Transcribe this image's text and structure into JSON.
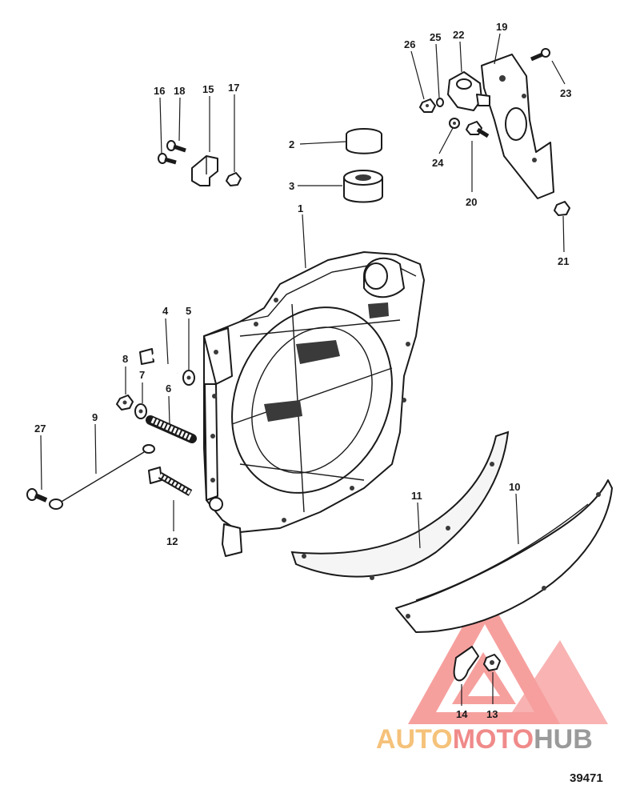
{
  "callouts": [
    {
      "id": "1",
      "label": "1"
    },
    {
      "id": "2",
      "label": "2"
    },
    {
      "id": "3",
      "label": "3"
    },
    {
      "id": "4",
      "label": "4"
    },
    {
      "id": "5",
      "label": "5"
    },
    {
      "id": "6",
      "label": "6"
    },
    {
      "id": "7",
      "label": "7"
    },
    {
      "id": "8",
      "label": "8"
    },
    {
      "id": "9",
      "label": "9"
    },
    {
      "id": "10",
      "label": "10"
    },
    {
      "id": "11",
      "label": "11"
    },
    {
      "id": "12",
      "label": "12"
    },
    {
      "id": "13",
      "label": "13"
    },
    {
      "id": "14",
      "label": "14"
    },
    {
      "id": "15",
      "label": "15"
    },
    {
      "id": "16",
      "label": "16"
    },
    {
      "id": "17",
      "label": "17"
    },
    {
      "id": "18",
      "label": "18"
    },
    {
      "id": "19",
      "label": "19"
    },
    {
      "id": "20",
      "label": "20"
    },
    {
      "id": "21",
      "label": "21"
    },
    {
      "id": "22",
      "label": "22"
    },
    {
      "id": "23",
      "label": "23"
    },
    {
      "id": "24",
      "label": "24"
    },
    {
      "id": "25",
      "label": "25"
    },
    {
      "id": "26",
      "label": "26"
    },
    {
      "id": "27",
      "label": "27"
    }
  ],
  "figure_number": "39471",
  "watermark": {
    "part_a": "AUTO",
    "part_b": "MOTO",
    "part_c": "HUB",
    "color_a": "#f5c27a",
    "color_b": "#f08a8a",
    "color_c": "#9a9a9a",
    "triangle_color": "#ef5350"
  }
}
